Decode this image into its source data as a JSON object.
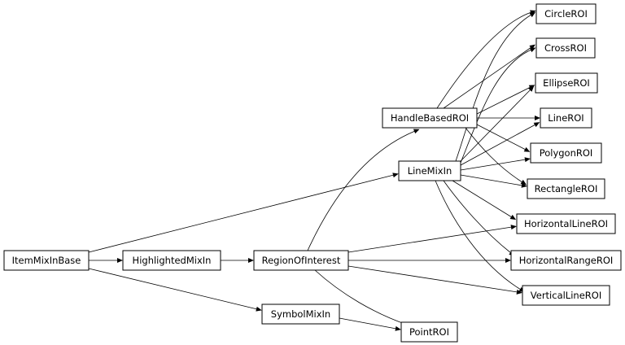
{
  "nodes": [
    {
      "id": "ItemMixInBase",
      "label": "ItemMixInBase"
    },
    {
      "id": "HighlightedMixIn",
      "label": "HighlightedMixIn"
    },
    {
      "id": "RegionOfInterest",
      "label": "RegionOfInterest"
    },
    {
      "id": "SymbolMixIn",
      "label": "SymbolMixIn"
    },
    {
      "id": "PointROI",
      "label": "PointROI"
    },
    {
      "id": "LineMixIn",
      "label": "LineMixIn"
    },
    {
      "id": "HandleBasedROI",
      "label": "HandleBasedROI"
    },
    {
      "id": "CircleROI",
      "label": "CircleROI"
    },
    {
      "id": "CrossROI",
      "label": "CrossROI"
    },
    {
      "id": "EllipseROI",
      "label": "EllipseROI"
    },
    {
      "id": "LineROI",
      "label": "LineROI"
    },
    {
      "id": "PolygonROI",
      "label": "PolygonROI"
    },
    {
      "id": "RectangleROI",
      "label": "RectangleROI"
    },
    {
      "id": "HorizontalLineROI",
      "label": "HorizontalLineROI"
    },
    {
      "id": "HorizontalRangeROI",
      "label": "HorizontalRangeROI"
    },
    {
      "id": "VerticalLineROI",
      "label": "VerticalLineROI"
    }
  ],
  "edges": [
    {
      "from": "ItemMixInBase",
      "to": "HighlightedMixIn"
    },
    {
      "from": "ItemMixInBase",
      "to": "LineMixIn"
    },
    {
      "from": "ItemMixInBase",
      "to": "SymbolMixIn"
    },
    {
      "from": "HighlightedMixIn",
      "to": "RegionOfInterest"
    },
    {
      "from": "RegionOfInterest",
      "to": "HandleBasedROI"
    },
    {
      "from": "RegionOfInterest",
      "to": "HorizontalLineROI"
    },
    {
      "from": "RegionOfInterest",
      "to": "HorizontalRangeROI"
    },
    {
      "from": "RegionOfInterest",
      "to": "VerticalLineROI"
    },
    {
      "from": "RegionOfInterest",
      "to": "PointROI"
    },
    {
      "from": "SymbolMixIn",
      "to": "PointROI"
    },
    {
      "from": "HandleBasedROI",
      "to": "CircleROI"
    },
    {
      "from": "HandleBasedROI",
      "to": "CrossROI"
    },
    {
      "from": "HandleBasedROI",
      "to": "EllipseROI"
    },
    {
      "from": "HandleBasedROI",
      "to": "LineROI"
    },
    {
      "from": "HandleBasedROI",
      "to": "PolygonROI"
    },
    {
      "from": "HandleBasedROI",
      "to": "RectangleROI"
    },
    {
      "from": "LineMixIn",
      "to": "CircleROI"
    },
    {
      "from": "LineMixIn",
      "to": "CrossROI"
    },
    {
      "from": "LineMixIn",
      "to": "EllipseROI"
    },
    {
      "from": "LineMixIn",
      "to": "LineROI"
    },
    {
      "from": "LineMixIn",
      "to": "PolygonROI"
    },
    {
      "from": "LineMixIn",
      "to": "RectangleROI"
    },
    {
      "from": "LineMixIn",
      "to": "HorizontalLineROI"
    },
    {
      "from": "LineMixIn",
      "to": "HorizontalRangeROI"
    },
    {
      "from": "LineMixIn",
      "to": "VerticalLineROI"
    }
  ]
}
